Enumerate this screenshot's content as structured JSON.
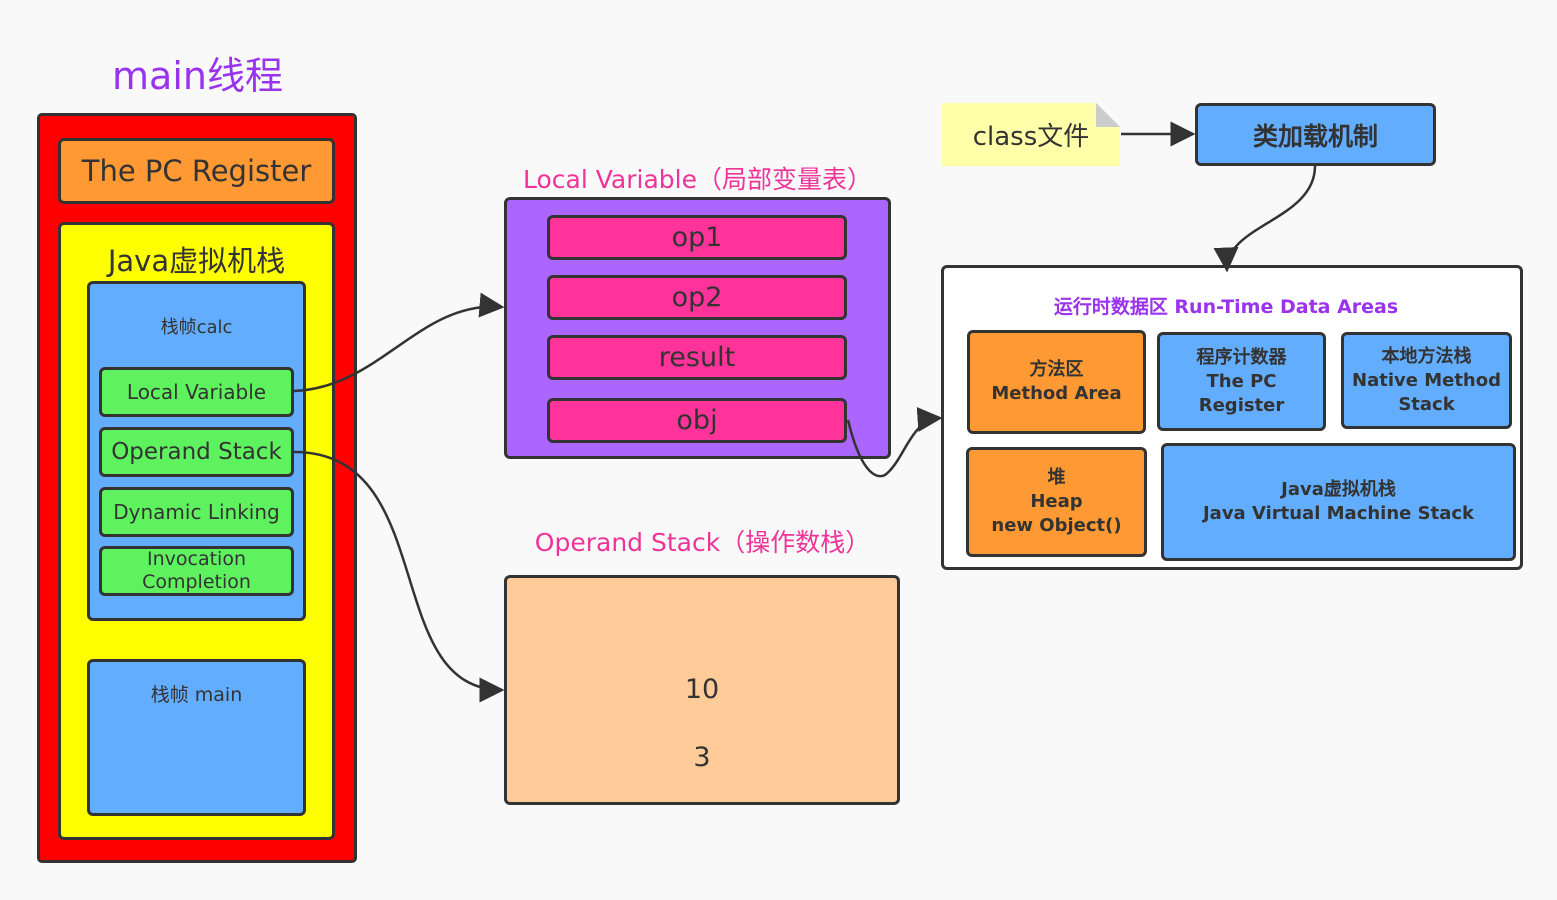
{
  "title": "main线程",
  "thread": {
    "pc_register": "The PC Register",
    "jvm_stack_title": "Java虚拟机栈",
    "frame_calc": {
      "label": "栈帧calc",
      "items": [
        "Local Variable",
        "Operand Stack",
        "Dynamic Linking",
        "Invocation Completion"
      ]
    },
    "frame_main": {
      "label": "栈帧 main"
    }
  },
  "local_variable": {
    "title": "Local Variable（局部变量表）",
    "slots": [
      "op1",
      "op2",
      "result",
      "obj"
    ]
  },
  "operand_stack": {
    "title": "Operand Stack（操作数栈）",
    "values": [
      "10",
      "3"
    ]
  },
  "class_file": "class文件",
  "class_loader": "类加载机制",
  "runtime_data_areas": {
    "title": "运行时数据区 Run-Time Data Areas",
    "areas": [
      {
        "zh": "方法区",
        "en": "Method Area"
      },
      {
        "zh": "程序计数器",
        "en": "The PC Register"
      },
      {
        "zh": "本地方法栈",
        "en": "Native Method Stack"
      },
      {
        "zh": "堆",
        "en": "Heap",
        "extra": "new Object()"
      },
      {
        "zh": "Java虚拟机栈",
        "en": "Java Virtual Machine Stack"
      }
    ]
  },
  "colors": {
    "thread": "#ff0000",
    "pc_register": "#ff9933",
    "jvm_stack": "#ffff00",
    "frame": "#63adfe",
    "frame_item": "#5ff25f",
    "local_variable": "#aa66ff",
    "slot": "#ff3399",
    "operand_stack": "#ffcc99",
    "title_purple": "#9933ee",
    "title_pink": "#ee3399"
  }
}
